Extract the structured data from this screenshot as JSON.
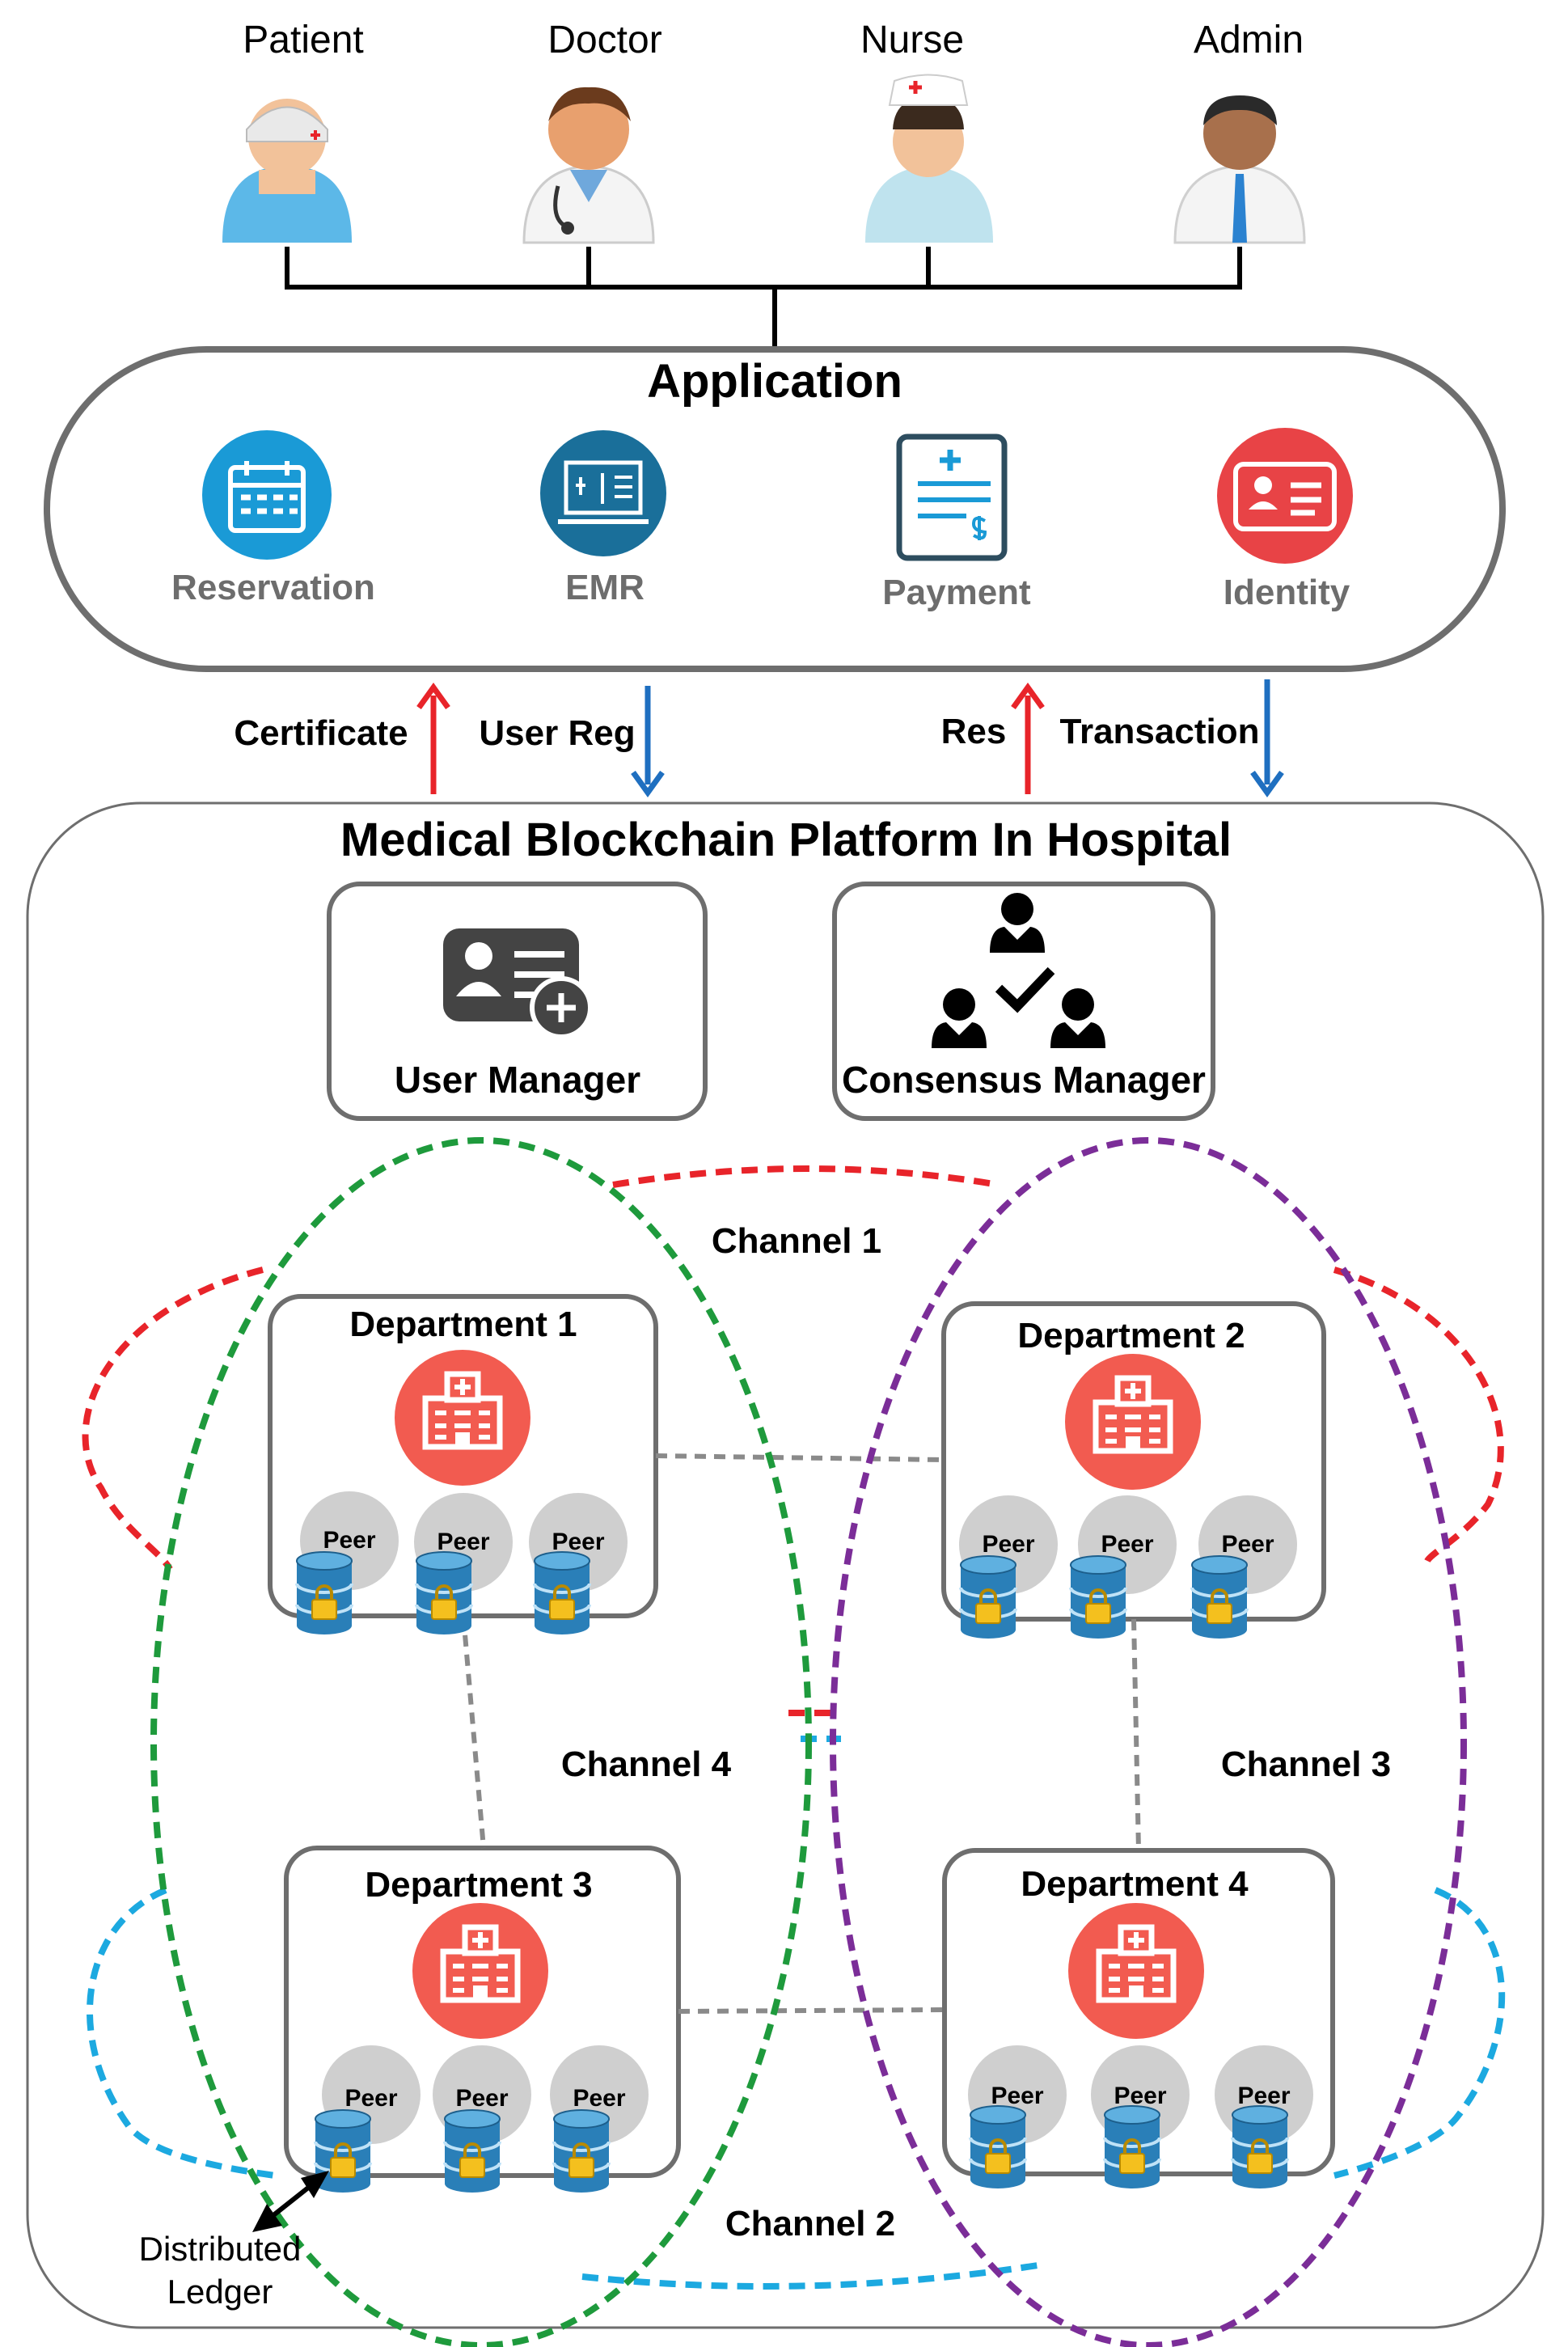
{
  "roles": [
    "Patient",
    "Doctor",
    "Nurse",
    "Admin"
  ],
  "application": {
    "title": "Application",
    "items": [
      {
        "label": "Reservation",
        "icon": "calendar-icon",
        "color": "#1a9ad6"
      },
      {
        "label": "EMR",
        "icon": "emr-monitor-icon",
        "color": "#1a6f9a"
      },
      {
        "label": "Payment",
        "icon": "invoice-icon",
        "color": "#2d4d5f"
      },
      {
        "label": "Identity",
        "icon": "id-card-icon",
        "color": "#e84346"
      }
    ]
  },
  "flows": [
    {
      "label": "Certificate",
      "direction": "up",
      "color": "#e8242a"
    },
    {
      "label": "User Reg",
      "direction": "down",
      "color": "#1f6fc0"
    },
    {
      "label": "Res",
      "direction": "up",
      "color": "#e8242a"
    },
    {
      "label": "Transaction",
      "direction": "down",
      "color": "#1f6fc0"
    }
  ],
  "platform": {
    "title": "Medical Blockchain Platform In Hospital",
    "user_manager": "User Manager",
    "consensus_manager": "Consensus Manager"
  },
  "channels": [
    {
      "label": "Channel 1",
      "color": "#e8242a"
    },
    {
      "label": "Channel 2",
      "color": "#1ca9e0"
    },
    {
      "label": "Channel 3",
      "color": "#7b2d98"
    },
    {
      "label": "Channel 4",
      "color": "#1e9a3c"
    }
  ],
  "departments": [
    {
      "label": "Department 1",
      "peers": [
        "Peer",
        "Peer",
        "Peer"
      ]
    },
    {
      "label": "Department 2",
      "peers": [
        "Peer",
        "Peer",
        "Peer"
      ]
    },
    {
      "label": "Department 3",
      "peers": [
        "Peer",
        "Peer",
        "Peer"
      ]
    },
    {
      "label": "Department 4",
      "peers": [
        "Peer",
        "Peer",
        "Peer"
      ]
    }
  ],
  "ledger_label": [
    "Distributed",
    "Ledger"
  ],
  "colors": {
    "hospital": "#f25b50",
    "peer": "#cfcfcf",
    "database": "#2a7fb8",
    "lock": "#f4c01e",
    "box_border": "#6e6e6e",
    "link": "#8a8a8a"
  }
}
